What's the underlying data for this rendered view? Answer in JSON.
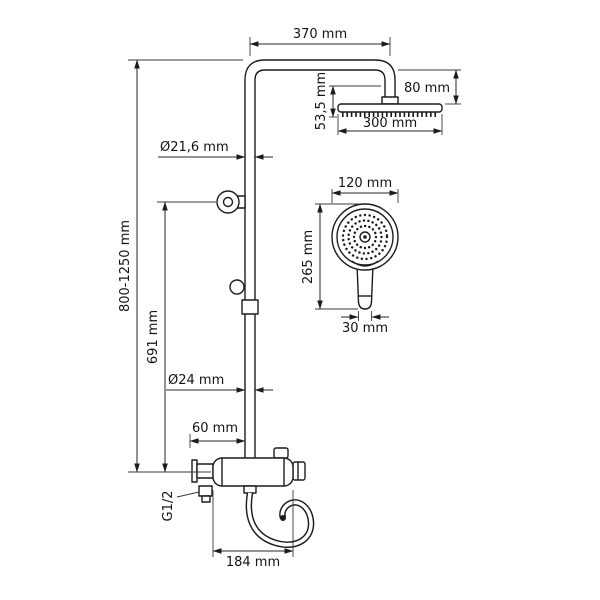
{
  "page": {
    "background": "#ffffff",
    "line_color": "#1c1c1c"
  },
  "dimensions": {
    "top_arm_width": "370 mm",
    "head_connector_height": "80 mm",
    "head_thickness": "53,5 mm",
    "head_width": "300 mm",
    "upper_pipe_diameter": "Ø21,6 mm",
    "overall_height": "800-1250 mm",
    "riser_height": "691 mm",
    "handshower_head_diameter": "120 mm",
    "handshower_length": "265 mm",
    "handshower_handle_width": "30 mm",
    "lower_pipe_diameter": "Ø24 mm",
    "bracket_offset": "60 mm",
    "connection_thread": "G1/2",
    "mixer_width": "184 mm"
  }
}
